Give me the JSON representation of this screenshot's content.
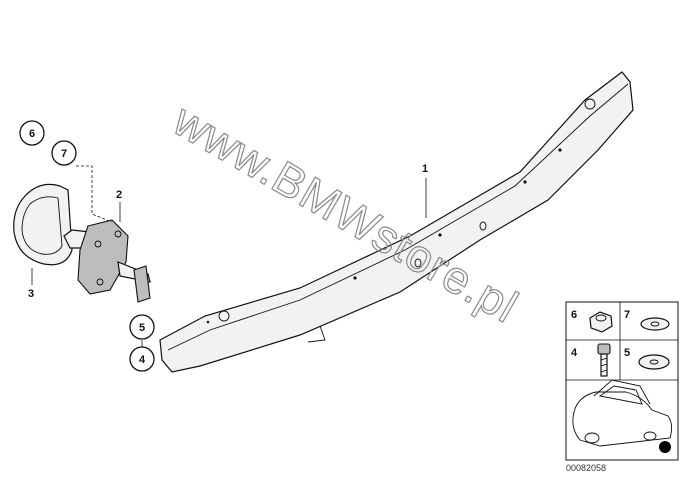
{
  "watermark": "www.BMWstore.pl",
  "diagram_code": "00082058",
  "callouts": {
    "c6": "6",
    "c7": "7",
    "c5": "5",
    "c4": "4"
  },
  "labels": {
    "l1": "1",
    "l2": "2",
    "l3": "3"
  },
  "inset": {
    "n6": "6",
    "n7": "7",
    "n4": "4",
    "n5": "5"
  }
}
